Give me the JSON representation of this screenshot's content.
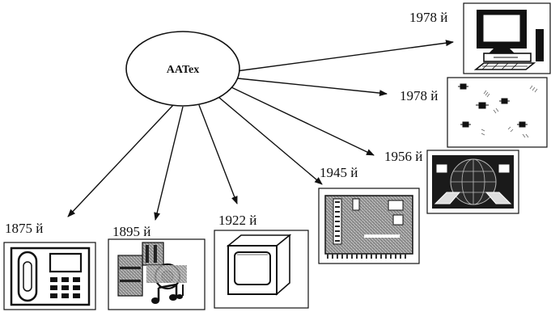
{
  "hub": {
    "label": "AATex"
  },
  "items": [
    {
      "year": "1875 й",
      "icon": "telephone-icon"
    },
    {
      "year": "1895 й",
      "icon": "radio-music-icon"
    },
    {
      "year": "1922 й",
      "icon": "television-icon"
    },
    {
      "year": "1945 й",
      "icon": "circuit-board-icon"
    },
    {
      "year": "1956 й",
      "icon": "globe-network-icon"
    },
    {
      "year": "1978 й",
      "icon": "satellites-icon"
    },
    {
      "year": "1978 й",
      "icon": "computer-icon"
    }
  ]
}
